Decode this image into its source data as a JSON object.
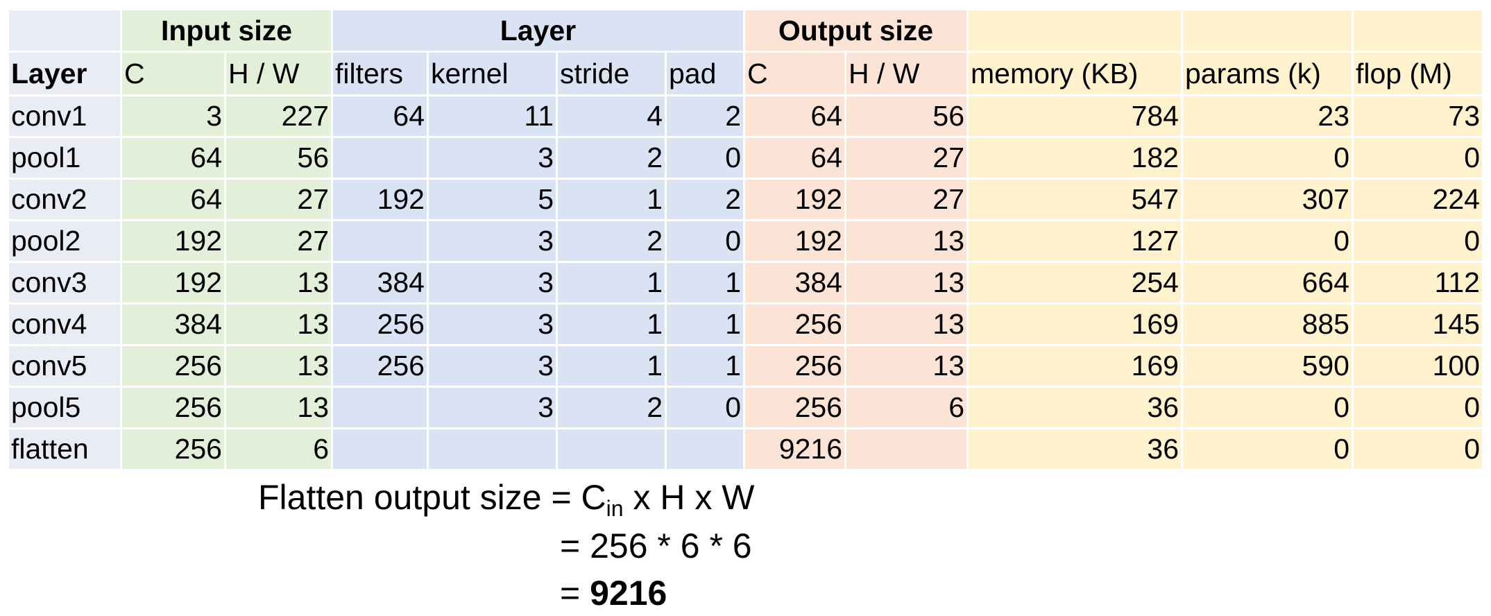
{
  "table": {
    "groups": {
      "input": "Input size",
      "layer": "Layer",
      "output": "Output size"
    },
    "headers": {
      "layer": "Layer",
      "in_c": "C",
      "in_hw": "H / W",
      "filters": "filters",
      "kernel": "kernel",
      "stride": "stride",
      "pad": "pad",
      "out_c": "C",
      "out_hw": "H / W",
      "memory": "memory (KB)",
      "params": "params (k)",
      "flop": "flop (M)"
    },
    "rows": [
      {
        "layer": "conv1",
        "in_c": "3",
        "in_hw": "227",
        "filters": "64",
        "kernel": "11",
        "stride": "4",
        "pad": "2",
        "out_c": "64",
        "out_hw": "56",
        "memory": "784",
        "params": "23",
        "flop": "73"
      },
      {
        "layer": "pool1",
        "in_c": "64",
        "in_hw": "56",
        "filters": "",
        "kernel": "3",
        "stride": "2",
        "pad": "0",
        "out_c": "64",
        "out_hw": "27",
        "memory": "182",
        "params": "0",
        "flop": "0"
      },
      {
        "layer": "conv2",
        "in_c": "64",
        "in_hw": "27",
        "filters": "192",
        "kernel": "5",
        "stride": "1",
        "pad": "2",
        "out_c": "192",
        "out_hw": "27",
        "memory": "547",
        "params": "307",
        "flop": "224"
      },
      {
        "layer": "pool2",
        "in_c": "192",
        "in_hw": "27",
        "filters": "",
        "kernel": "3",
        "stride": "2",
        "pad": "0",
        "out_c": "192",
        "out_hw": "13",
        "memory": "127",
        "params": "0",
        "flop": "0"
      },
      {
        "layer": "conv3",
        "in_c": "192",
        "in_hw": "13",
        "filters": "384",
        "kernel": "3",
        "stride": "1",
        "pad": "1",
        "out_c": "384",
        "out_hw": "13",
        "memory": "254",
        "params": "664",
        "flop": "112"
      },
      {
        "layer": "conv4",
        "in_c": "384",
        "in_hw": "13",
        "filters": "256",
        "kernel": "3",
        "stride": "1",
        "pad": "1",
        "out_c": "256",
        "out_hw": "13",
        "memory": "169",
        "params": "885",
        "flop": "145"
      },
      {
        "layer": "conv5",
        "in_c": "256",
        "in_hw": "13",
        "filters": "256",
        "kernel": "3",
        "stride": "1",
        "pad": "1",
        "out_c": "256",
        "out_hw": "13",
        "memory": "169",
        "params": "590",
        "flop": "100"
      },
      {
        "layer": "pool5",
        "in_c": "256",
        "in_hw": "13",
        "filters": "",
        "kernel": "3",
        "stride": "2",
        "pad": "0",
        "out_c": "256",
        "out_hw": "6",
        "memory": "36",
        "params": "0",
        "flop": "0"
      },
      {
        "layer": "flatten",
        "in_c": "256",
        "in_hw": "6",
        "filters": "",
        "kernel": "",
        "stride": "",
        "pad": "",
        "out_c": "9216",
        "out_hw": "",
        "memory": "36",
        "params": "0",
        "flop": "0"
      }
    ]
  },
  "formula": {
    "line1_text": "Flatten output size = C",
    "line1_sub": "in",
    "line1_tail": " x H x W",
    "line2": "= 256 * 6 * 6",
    "line3_prefix": "= ",
    "line3_result": "9216"
  },
  "colors": {
    "layer_col": "#e9ecf5",
    "input_size": "#e2efd9",
    "layer_params": "#dae3f3",
    "output_size": "#fbe4d5",
    "stats": "#fff2cc"
  }
}
